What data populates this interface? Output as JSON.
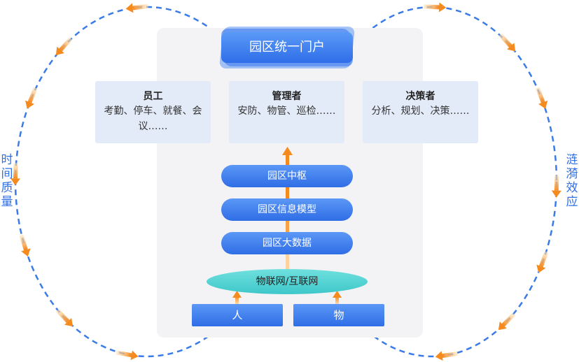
{
  "portal": {
    "label": "园区统一门户"
  },
  "roles": [
    {
      "title": "员工",
      "desc": "考勤、停车、就餐、会议……"
    },
    {
      "title": "管理者",
      "desc": "安防、物管、巡检……"
    },
    {
      "title": "决策者",
      "desc": "分析、规划、决策……"
    }
  ],
  "layers": [
    {
      "label": "园区中枢"
    },
    {
      "label": "园区信息模型"
    },
    {
      "label": "园区大数据"
    }
  ],
  "network": {
    "label": "物联网/互联网"
  },
  "sources": [
    {
      "label": "人"
    },
    {
      "label": "物"
    }
  ],
  "side_labels": {
    "left": "时间质量",
    "right": "涟漪效应"
  },
  "colors": {
    "accent_blue": "#2f6ee8",
    "arrow_orange": "#f58a1f",
    "ellipse_teal": "#49ccce",
    "role_bg": "#e3ebf8",
    "dash_blue": "#3a7be8"
  }
}
